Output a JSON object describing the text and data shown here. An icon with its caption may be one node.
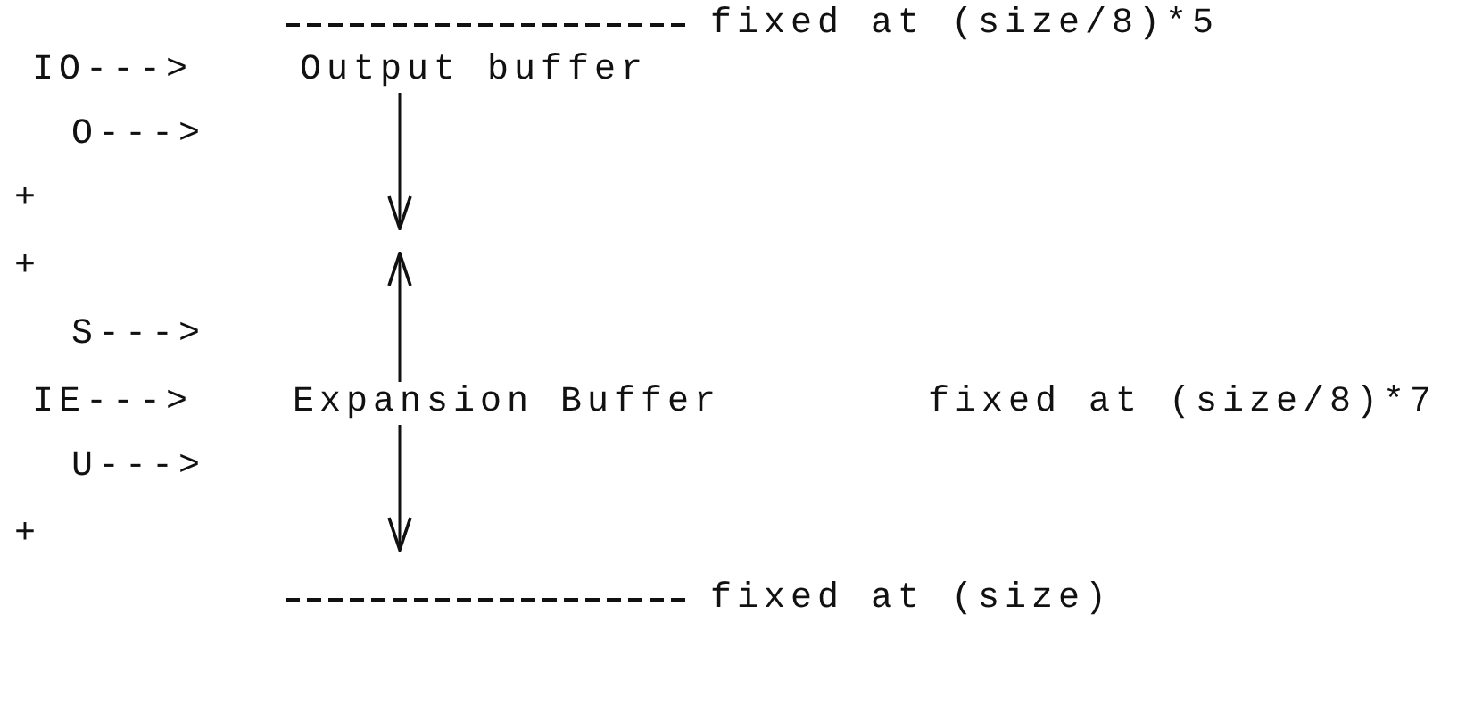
{
  "diagram": {
    "nodes": [
      {
        "text": [
          "Output buffer"
        ]
      },
      {
        "text": [
          "Expansion Buffer"
        ]
      }
    ],
    "edges": [
      {
        "from": 0,
        "to": null,
        "arrow": "to"
      },
      {
        "from": 1,
        "to": null,
        "arrow": "to"
      },
      {
        "from": 1,
        "to": null,
        "arrow": "to"
      }
    ],
    "labels": [
      "fixed at (size/8)*5",
      "IO--->",
      "O--->",
      "+",
      "+",
      "S--->",
      "IE--->",
      "fixed at (size/8)*7",
      "U--->",
      "+",
      "fixed at (size)"
    ]
  }
}
